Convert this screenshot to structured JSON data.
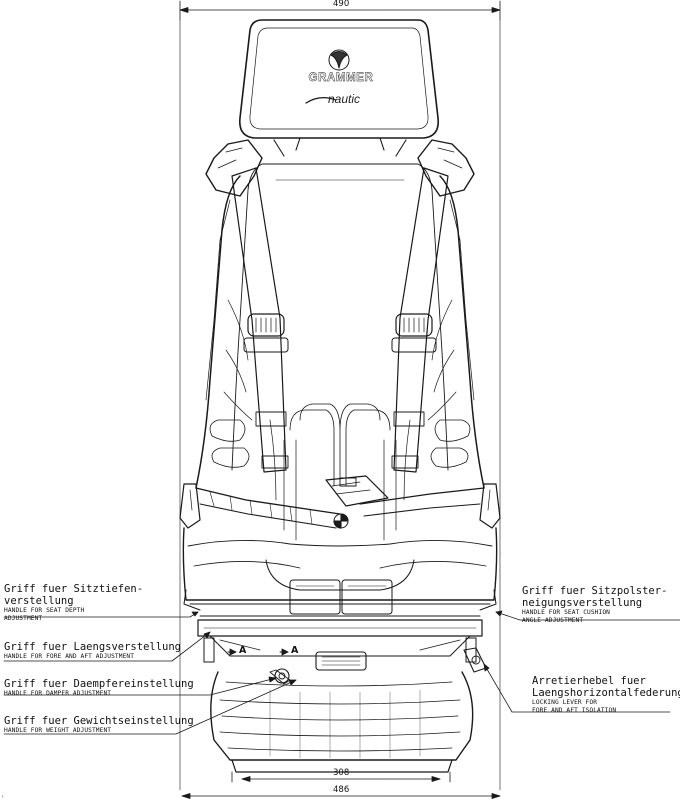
{
  "dimensions": {
    "top_width": "490",
    "base_width": "308",
    "bottom_width": "486"
  },
  "logo": {
    "brand": "GRAMMER",
    "model": "nautic"
  },
  "markers": {
    "a_left": "A",
    "a_right": "A"
  },
  "callouts": {
    "seat_depth": {
      "de_line1": "Griff fuer Sitztiefen-",
      "de_line2": "verstellung",
      "en_line1": "HANDLE FOR SEAT DEPTH",
      "en_line2": "ADJUSTMENT"
    },
    "fore_aft": {
      "de_line1": "Griff fuer Laengsverstellung",
      "en_line1": "HANDLE FOR FORE AND AFT ADJUSTMENT"
    },
    "damper": {
      "de_line1": "Griff fuer Daempfereinstellung",
      "en_line1": "HANDLE FOR DAMPER ADJUSTMENT"
    },
    "weight": {
      "de_line1": "Griff fuer Gewichtseinstellung",
      "en_line1": "HANDLE FOR WEIGHT ADJUSTMENT"
    },
    "cushion_angle": {
      "de_line1": "Griff fuer Sitzpolster-",
      "de_line2": "neigungsverstellung",
      "en_line1": "HANDLE FOR SEAT CUSHION",
      "en_line2": "ANGLE ADJUSTMENT"
    },
    "isolation": {
      "de_line1": "Arretierhebel fuer",
      "de_line2": "Laengshorizontalfederung",
      "en_line1": "LOCKING LEVER FOR",
      "en_line2": "FORE AND AFT ISOLATION"
    }
  }
}
